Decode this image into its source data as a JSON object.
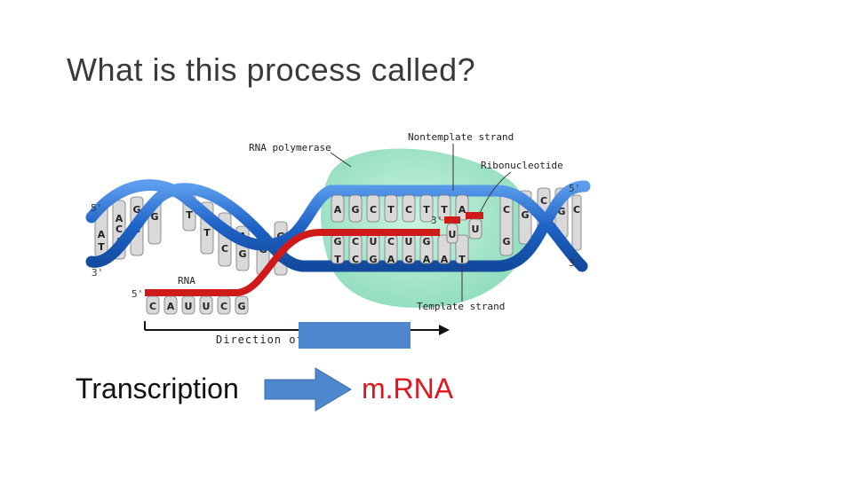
{
  "slide": {
    "title": "What is this process called?"
  },
  "diagram": {
    "labels": {
      "rna_polymerase": "RNA polymerase",
      "nontemplate_strand": "Nontemplate strand",
      "ribonucleotide": "Ribonucleotide",
      "template_strand": "Template strand",
      "rna": "RNA",
      "direction": "Direction of"
    },
    "ends": {
      "top_left": "5'",
      "top_right": "5'",
      "bottom_left": "3'",
      "bottom_right": "3'",
      "rna_start": "5'",
      "rna_end": "3'"
    },
    "bubble_top_bases": [
      "A",
      "G",
      "C",
      "T",
      "C",
      "T",
      "T",
      "A"
    ],
    "bubble_bottom_bases": [
      "T",
      "C",
      "G",
      "A",
      "G",
      "A",
      "A",
      "T"
    ],
    "rna_in_bubble_bases": [
      "G",
      "C",
      "U",
      "C",
      "U",
      "G"
    ],
    "rna_tail_bases": [
      "C",
      "A",
      "U",
      "U",
      "C",
      "G"
    ],
    "free_nucleotide": "U",
    "colors": {
      "dna_strand": "#1f63c7",
      "dna_strand_light": "#4a8be0",
      "rna_strand": "#d01a1a",
      "polymerase": "#9fe3c6",
      "covered_box": "#4f87cf"
    }
  },
  "answer": {
    "process": "Transcription",
    "product": "m.RNA",
    "arrow_color": "#4f87cf"
  }
}
